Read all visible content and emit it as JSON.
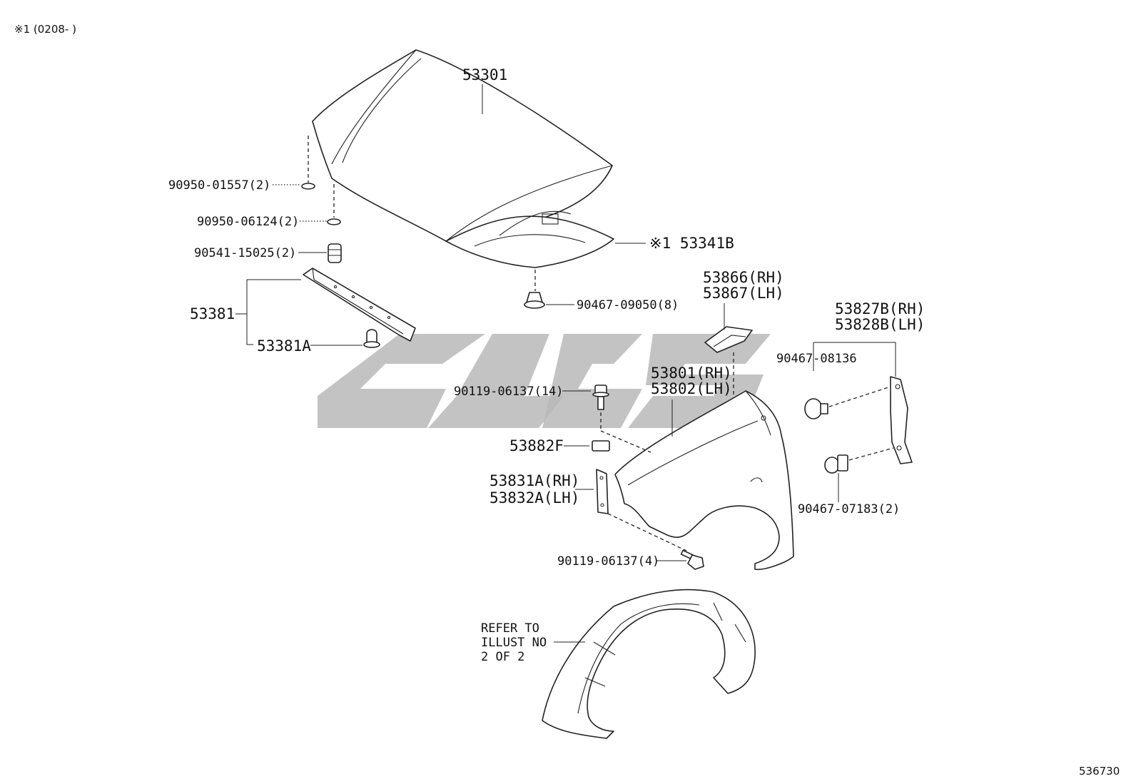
{
  "header_note": "※1 (0208-     )",
  "image_number": "536730",
  "labels": {
    "hood": "53301",
    "hood_cushion_1": "90950-01557(2)",
    "hood_cushion_2": "90950-06124(2)",
    "hood_cushion_3": "90541-15025(2)",
    "hood_insulator": "※1 53341B",
    "clip_insulator": "90467-09050(8)",
    "seal_group": "53381",
    "seal_clip": "53381A",
    "bracket_rh": "53866(RH)",
    "bracket_lh": "53867(LH)",
    "fender_rh": "53801(RH)",
    "fender_lh": "53802(LH)",
    "seal_rh": "53827B(RH)",
    "seal_lh": "53828B(LH)",
    "clip_a": "90467-08136",
    "bolt_a": "90119-06137(14)",
    "nut": "53882F",
    "protector_rh": "53831A(RH)",
    "protector_lh": "53832A(LH)",
    "clip_b": "90467-07183(2)",
    "bolt_b": "90119-06137(4)",
    "refer_line1": "REFER TO",
    "refer_line2": "ILLUST NO",
    "refer_line3": "2 OF 2"
  },
  "watermark": "cygs"
}
